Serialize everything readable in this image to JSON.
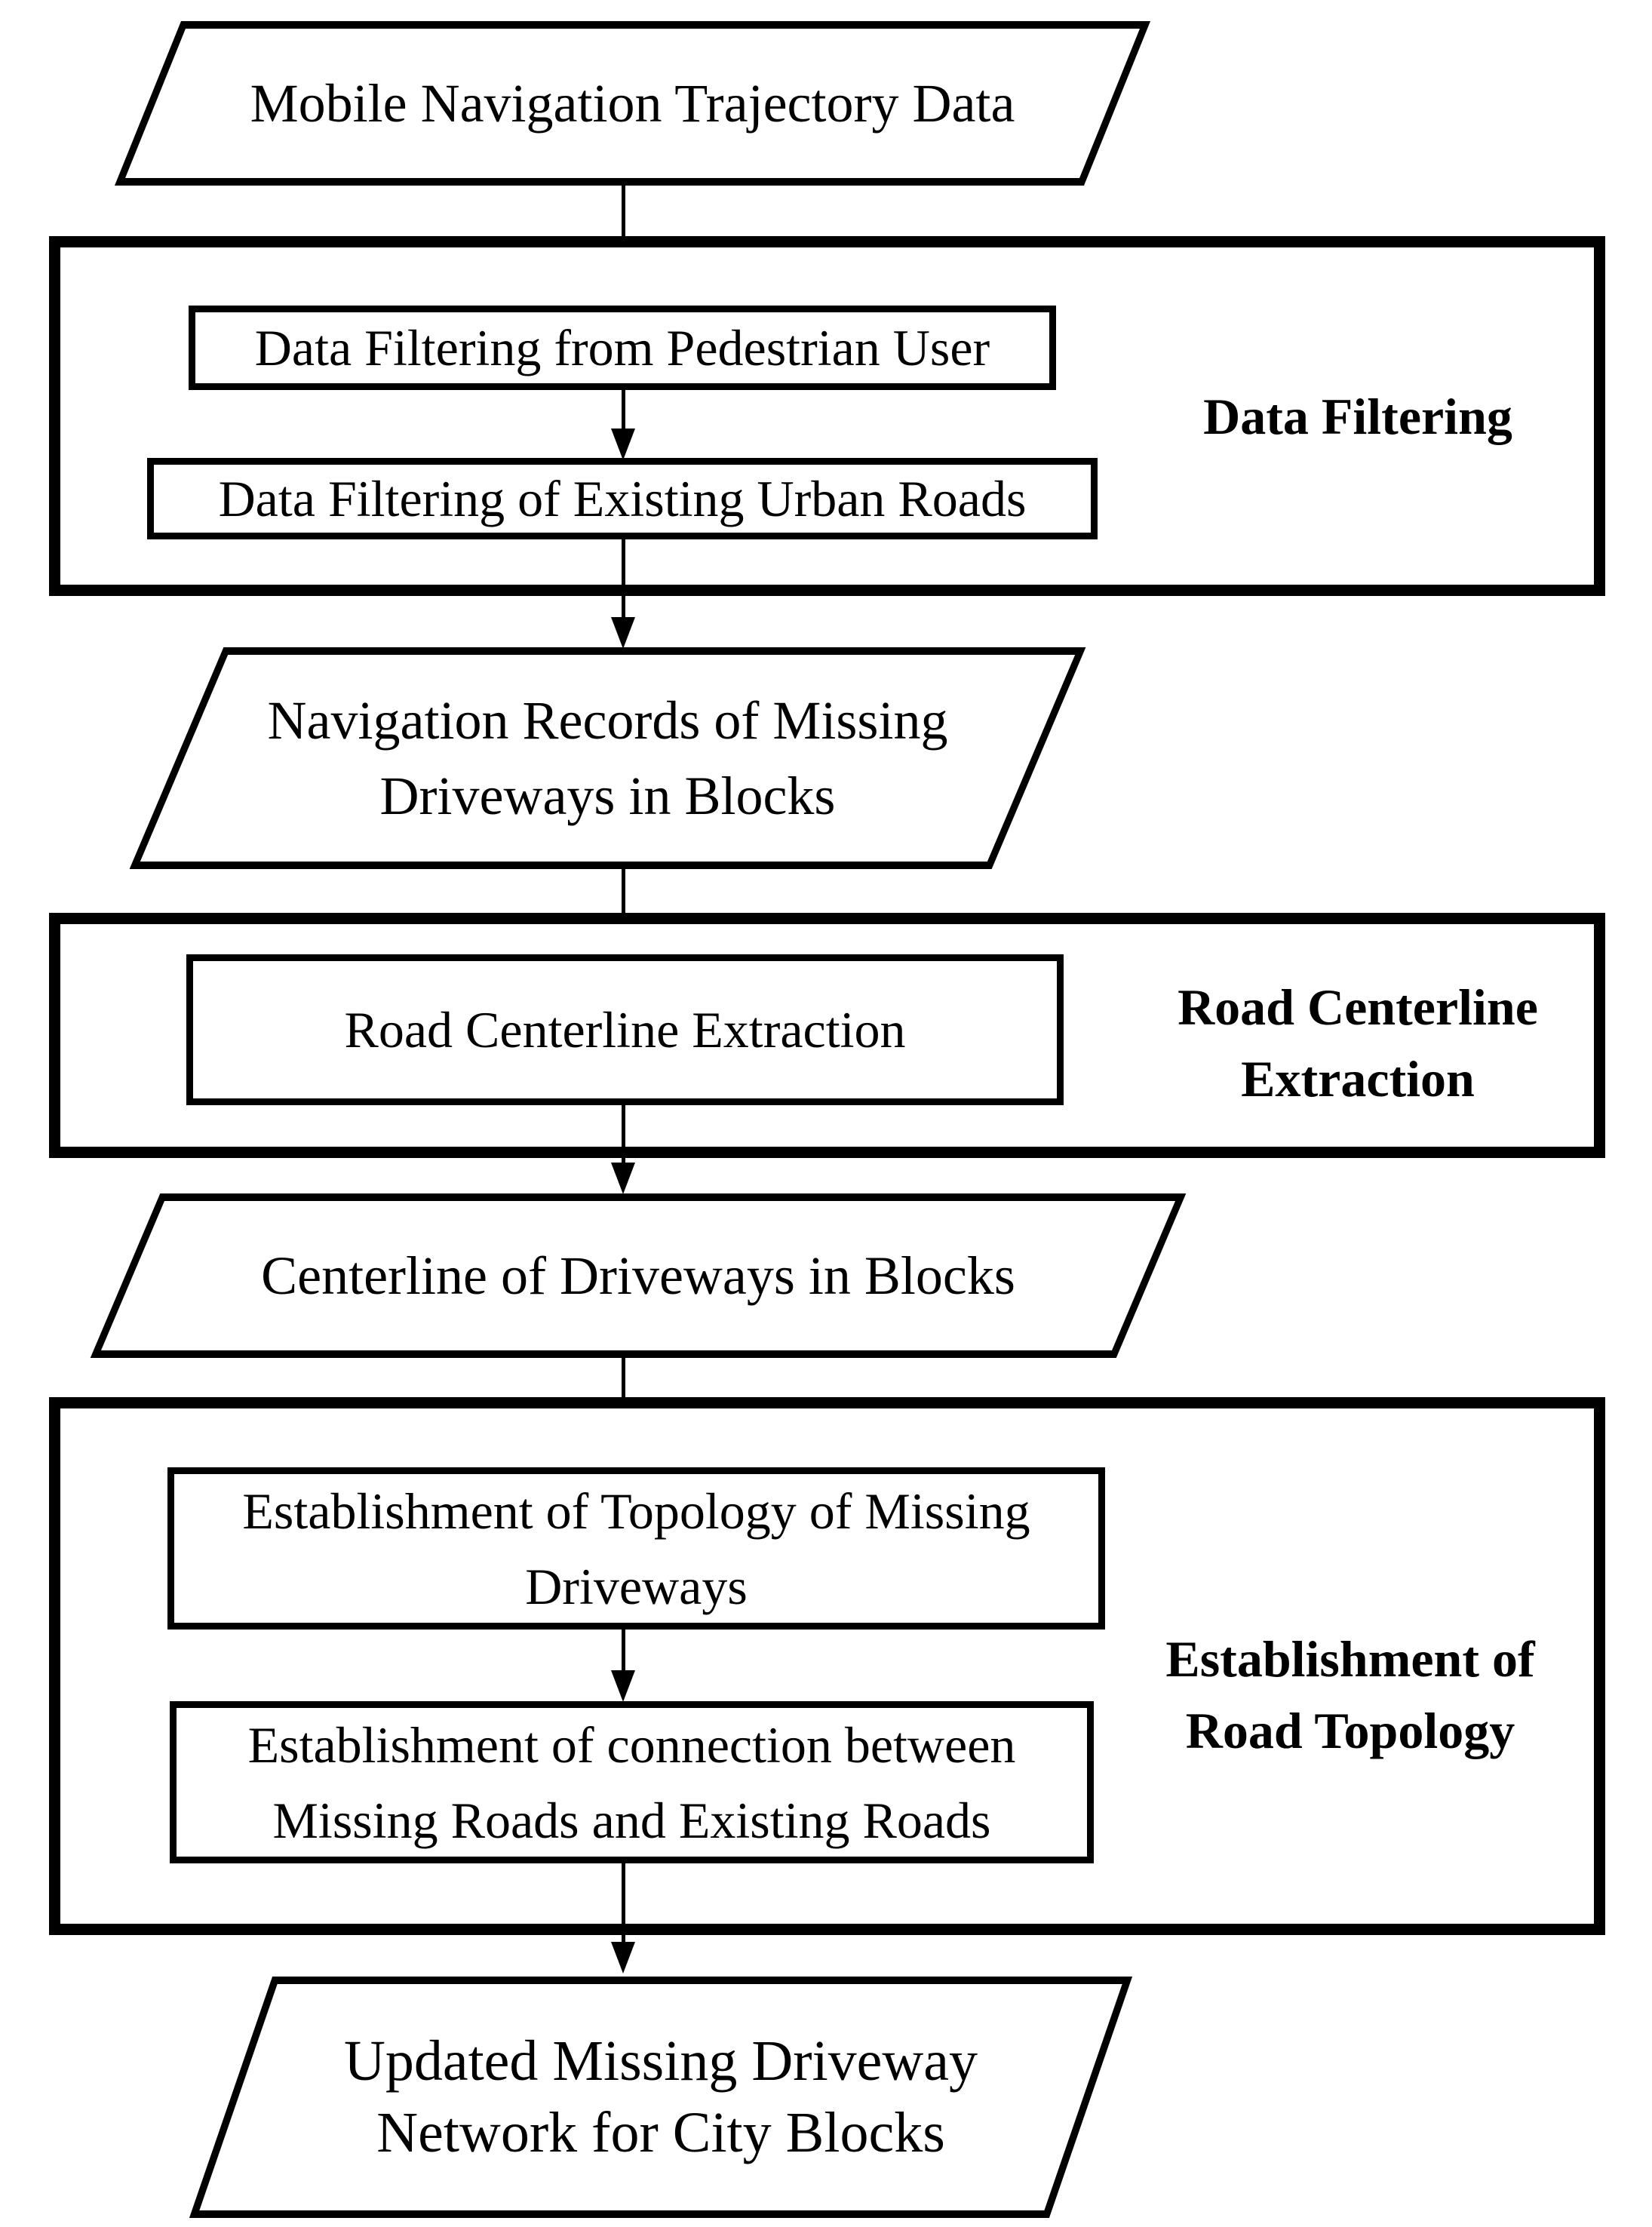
{
  "flowchart": {
    "colors": {
      "ink": "#000000",
      "background": "#ffffff"
    },
    "io_nodes": {
      "mobile_data": {
        "text": "Mobile Navigation Trajectory Data"
      },
      "nav_records": {
        "line1": "Navigation Records of Missing",
        "line2": "Driveways in Blocks"
      },
      "centerline": {
        "text": "Centerline of Driveways in Blocks"
      },
      "updated_network": {
        "line1": "Updated Missing Driveway",
        "line2": "Network for City Blocks"
      }
    },
    "stages": {
      "data_filtering": {
        "label": "Data Filtering",
        "step1": {
          "text": "Data Filtering from Pedestrian User"
        },
        "step2": {
          "text": "Data Filtering of Existing Urban Roads"
        }
      },
      "road_centerline": {
        "label_line1": "Road Centerline",
        "label_line2": "Extraction",
        "step1": {
          "text": "Road Centerline Extraction"
        }
      },
      "road_topology": {
        "label_line1": "Establishment of",
        "label_line2": "Road Topology",
        "step1": {
          "line1": "Establishment of Topology of Missing",
          "line2": "Driveways"
        },
        "step2": {
          "line1": "Establishment of connection between",
          "line2": "Missing Roads and Existing Roads"
        }
      }
    }
  }
}
